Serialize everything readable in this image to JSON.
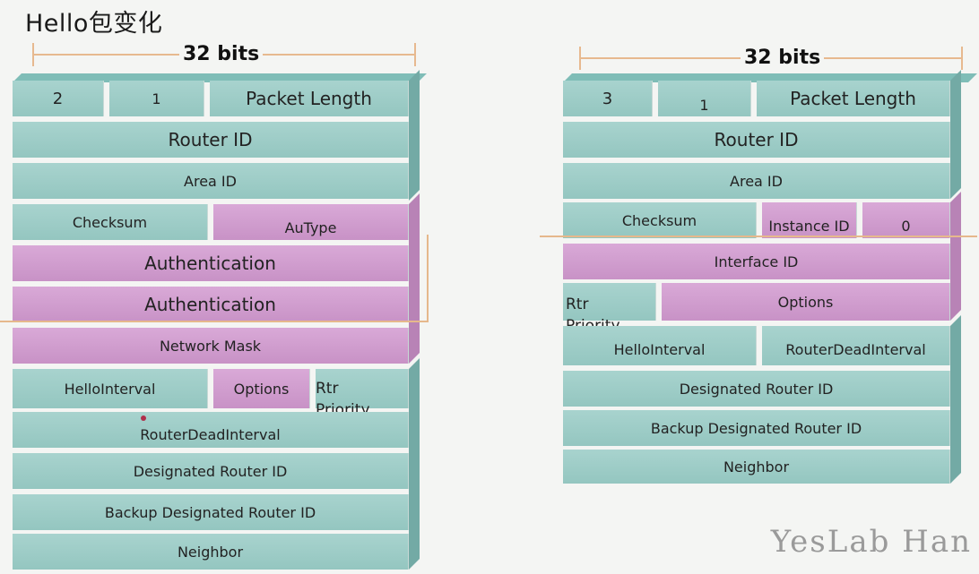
{
  "title": "Hello包变化",
  "left": {
    "bits_label": "32 bits",
    "rows": [
      [
        "2",
        "1",
        "Packet Length"
      ],
      [
        "Router ID"
      ],
      [
        "Area ID"
      ],
      [
        "Checksum",
        "AuType"
      ],
      [
        "Authentication"
      ],
      [
        "Authentication"
      ],
      [
        "Network Mask"
      ],
      [
        "HelloInterval",
        "Options",
        "Rtr Priority"
      ],
      [
        "RouterDeadInterval"
      ],
      [
        "Designated Router ID"
      ],
      [
        "Backup Designated Router ID"
      ],
      [
        "Neighbor"
      ]
    ]
  },
  "right": {
    "bits_label": "32 bits",
    "rows": [
      [
        "3",
        "1",
        "Packet Length"
      ],
      [
        "Router ID"
      ],
      [
        "Area ID"
      ],
      [
        "Checksum",
        "Instance ID",
        "0"
      ],
      [
        "Interface ID"
      ],
      [
        "Rtr Priority",
        "Options"
      ],
      [
        "HelloInterval",
        "RouterDeadInterval"
      ],
      [
        "Designated Router ID"
      ],
      [
        "Backup Designated Router ID"
      ],
      [
        "Neighbor"
      ]
    ]
  },
  "watermark": "YesLab Han",
  "colors": {
    "teal": "#a8d3ce",
    "pink": "#d9a9d7",
    "annotation": "#e6b88c"
  }
}
